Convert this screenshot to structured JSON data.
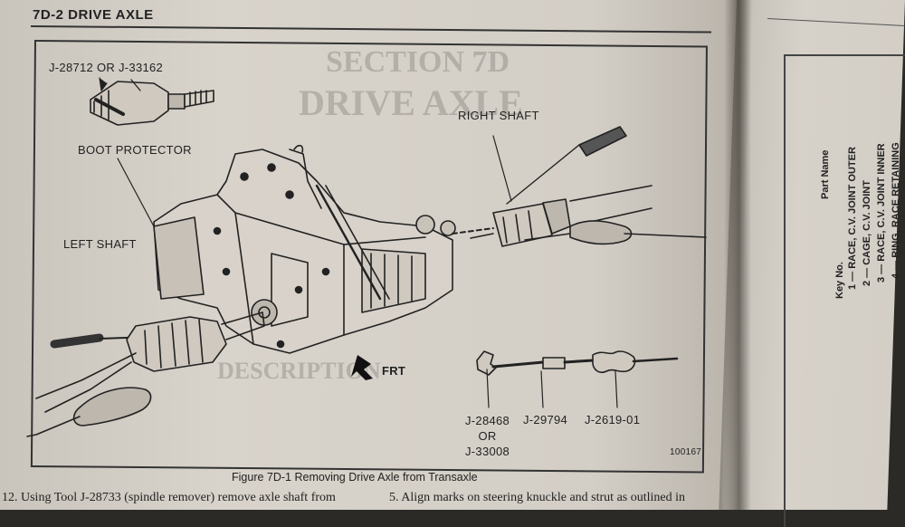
{
  "page": {
    "header_title": "7D-2 DRIVE AXLE",
    "figure_number": "100167",
    "caption": "Figure 7D-1 Removing Drive Axle from Transaxle"
  },
  "callouts": {
    "boot_tool": "J-28712 OR J-33162",
    "boot_protector": "BOOT PROTECTOR",
    "right_shaft": "RIGHT SHAFT",
    "left_shaft": "LEFT SHAFT",
    "front": "FRT",
    "tool_a_line1": "J-28468",
    "tool_a_or": "OR",
    "tool_a_line2": "J-33008",
    "tool_b": "J-29794",
    "tool_c": "J-2619-01"
  },
  "body": {
    "step_12": "12. Using Tool J-28733 (spindle remover) remove axle shaft from",
    "step_5": "5. Align marks on steering knuckle and strut as outlined in"
  },
  "right_page": {
    "col_key_no": "Key No.",
    "col_part_name": "Part Name",
    "items": [
      "1 — RACE, C.V. JOINT OUTER",
      "2 — CAGE, C.V. JOINT",
      "3 — RACE, C.V. JOINT INNER",
      "4 — RING, RACE RETAINING"
    ]
  }
}
